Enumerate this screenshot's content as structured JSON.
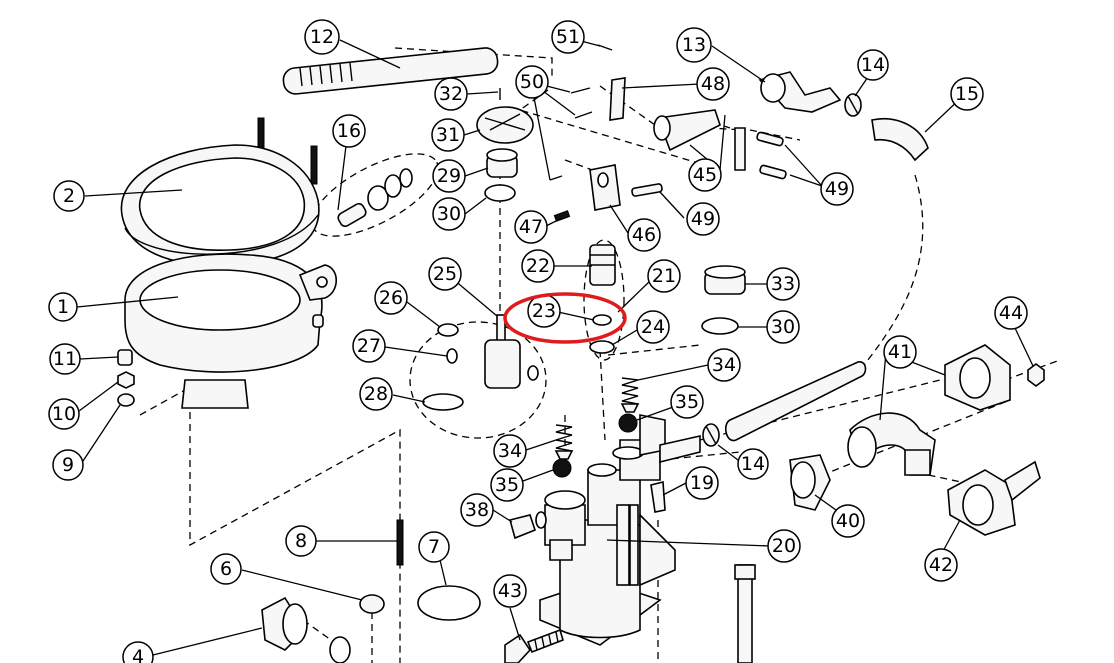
{
  "diagram": {
    "callouts": [
      {
        "id": "c1",
        "label": "1"
      },
      {
        "id": "c2",
        "label": "2"
      },
      {
        "id": "c4",
        "label": "4"
      },
      {
        "id": "c6",
        "label": "6"
      },
      {
        "id": "c7",
        "label": "7"
      },
      {
        "id": "c8",
        "label": "8"
      },
      {
        "id": "c9",
        "label": "9"
      },
      {
        "id": "c10",
        "label": "10"
      },
      {
        "id": "c11",
        "label": "11"
      },
      {
        "id": "c12",
        "label": "12"
      },
      {
        "id": "c13",
        "label": "13"
      },
      {
        "id": "c14a",
        "label": "14"
      },
      {
        "id": "c14b",
        "label": "14"
      },
      {
        "id": "c15",
        "label": "15"
      },
      {
        "id": "c16",
        "label": "16"
      },
      {
        "id": "c19",
        "label": "19"
      },
      {
        "id": "c20",
        "label": "20"
      },
      {
        "id": "c21",
        "label": "21"
      },
      {
        "id": "c22",
        "label": "22"
      },
      {
        "id": "c23",
        "label": "23"
      },
      {
        "id": "c24",
        "label": "24"
      },
      {
        "id": "c25",
        "label": "25"
      },
      {
        "id": "c26",
        "label": "26"
      },
      {
        "id": "c27",
        "label": "27"
      },
      {
        "id": "c28",
        "label": "28"
      },
      {
        "id": "c29",
        "label": "29"
      },
      {
        "id": "c30a",
        "label": "30"
      },
      {
        "id": "c30b",
        "label": "30"
      },
      {
        "id": "c31",
        "label": "31"
      },
      {
        "id": "c32",
        "label": "32"
      },
      {
        "id": "c33",
        "label": "33"
      },
      {
        "id": "c34a",
        "label": "34"
      },
      {
        "id": "c34b",
        "label": "34"
      },
      {
        "id": "c35a",
        "label": "35"
      },
      {
        "id": "c35b",
        "label": "35"
      },
      {
        "id": "c38",
        "label": "38"
      },
      {
        "id": "c40",
        "label": "40"
      },
      {
        "id": "c41",
        "label": "41"
      },
      {
        "id": "c42",
        "label": "42"
      },
      {
        "id": "c43",
        "label": "43"
      },
      {
        "id": "c44",
        "label": "44"
      },
      {
        "id": "c45",
        "label": "45"
      },
      {
        "id": "c46",
        "label": "46"
      },
      {
        "id": "c47",
        "label": "47"
      },
      {
        "id": "c48",
        "label": "48"
      },
      {
        "id": "c49a",
        "label": "49"
      },
      {
        "id": "c49b",
        "label": "49"
      },
      {
        "id": "c50",
        "label": "50"
      },
      {
        "id": "c51",
        "label": "51"
      }
    ],
    "highlight": {
      "target_label": "23",
      "color": "#e11b1b"
    }
  }
}
